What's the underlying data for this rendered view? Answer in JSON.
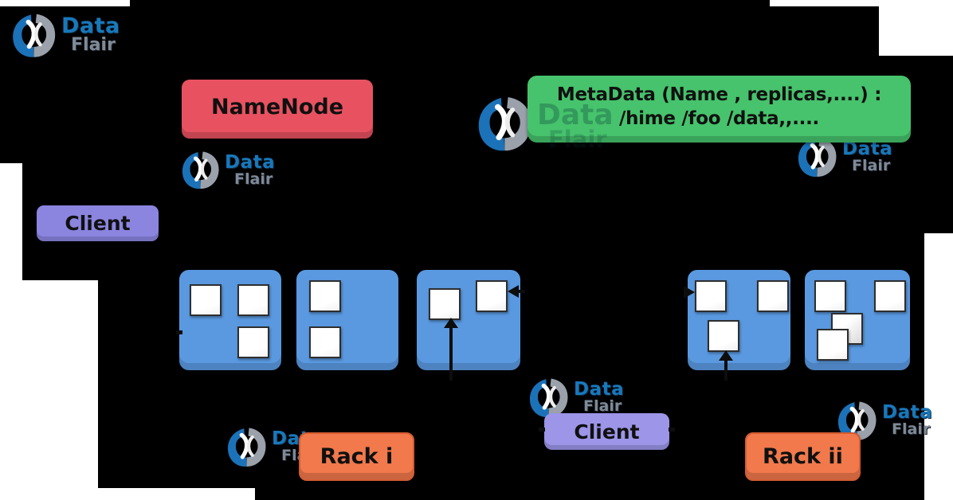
{
  "diagram": {
    "title_hidden": "",
    "background_color": "#000000",
    "namenode": {
      "label": "NameNode",
      "color": "#e85260"
    },
    "metadata": {
      "line1": "MetaData (Name , replicas,....) :",
      "line2": "/hime /foo /data,,....",
      "color": "#46c36c"
    },
    "client_left": {
      "label": "Client",
      "color": "#8b85e0"
    },
    "client_bottom": {
      "label": "Client",
      "color": "#9c95e8"
    },
    "rack1": {
      "label": "Rack i",
      "color": "#f1794c"
    },
    "rack2": {
      "label": "Rack ii",
      "color": "#f1794c"
    },
    "datanode_color": "#5a99e0",
    "block_color": "#ffffff",
    "datanodes": [
      {
        "rack": "Rack i",
        "block_count": 3
      },
      {
        "rack": "Rack i",
        "block_count": 2
      },
      {
        "rack": "Rack i",
        "block_count": 2,
        "arrows": [
          "up-into-block",
          "left-into-block"
        ]
      },
      {
        "rack": "Rack ii",
        "block_count": 3,
        "arrows": [
          "right-into-block",
          "up-into-block"
        ]
      },
      {
        "rack": "Rack ii",
        "block_count": 4
      }
    ]
  },
  "logo": {
    "word1": "Data",
    "word2": "Flair",
    "blue": "#1878bb",
    "gray": "#7e8a99"
  }
}
